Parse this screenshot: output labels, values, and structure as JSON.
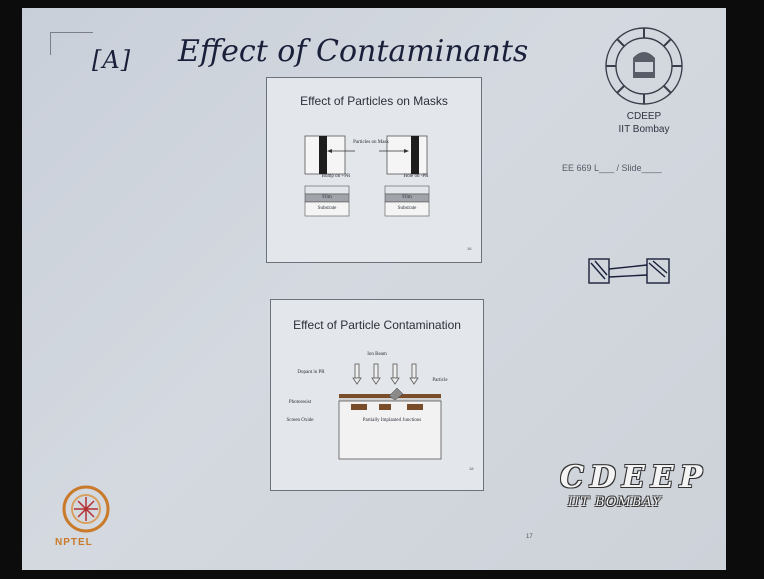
{
  "handwriting": {
    "section_tag": "[A]",
    "title": "Effect of Contaminants"
  },
  "slide1": {
    "title": "Effect of Particles on Masks",
    "particles_label": "Particles on Mask",
    "bump_label": "Bump on +PR",
    "hole_label": "Hole on -PR",
    "film_label": "Film",
    "substrate_label": "Substrate",
    "page_number": "16"
  },
  "slide2": {
    "title": "Effect of Particle Contamination",
    "ion_beam_label": "Ion Beam",
    "dopant_label": "Dopant in PR",
    "particle_label": "Particle",
    "photoresist_label": "Photoresist",
    "oxide_label": "Screen Oxide",
    "junction_label": "Partially Implanted Junctions",
    "page_number": "18"
  },
  "logo": {
    "line1": "CDEEP",
    "line2": "IIT Bombay"
  },
  "slide_field": "EE 669 L___ / Slide____",
  "watermark": {
    "title": "CDEEP",
    "subtitle": "IIT BOMBAY"
  },
  "nptel_label": "NPTEL",
  "page_note": "17",
  "colors": {
    "paper": "#d0d5dc",
    "ink": "#1a1f3a",
    "nptel_orange": "#c97a2a"
  }
}
